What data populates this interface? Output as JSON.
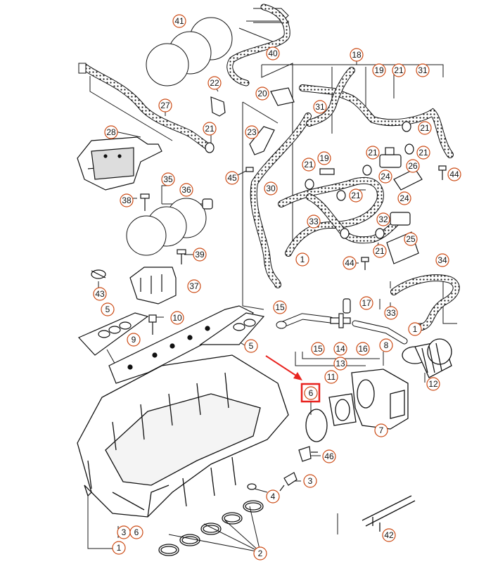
{
  "diagram": {
    "accent_color": "#cc4a14",
    "highlight_color": "#e8231f",
    "line_color": "#1a1a1a",
    "callouts": {
      "c1a": "1",
      "c1b": "1",
      "c1c": "1",
      "c2": "2",
      "c3a": "3",
      "c3b": "3",
      "c4": "4",
      "c5a": "5",
      "c5b": "5",
      "c6a": "6",
      "c6b": "6",
      "c7": "7",
      "c8": "8",
      "c9": "9",
      "c10": "10",
      "c11": "11",
      "c12": "12",
      "c13": "13",
      "c14": "14",
      "c15a": "15",
      "c15b": "15",
      "c16": "16",
      "c17": "17",
      "c18": "18",
      "c19a": "19",
      "c19b": "19",
      "c20": "20",
      "c21a": "21",
      "c21b": "21",
      "c21c": "21",
      "c21d": "21",
      "c21e": "21",
      "c21f": "21",
      "c21g": "21",
      "c21h": "21",
      "c22": "22",
      "c23": "23",
      "c24a": "24",
      "c24b": "24",
      "c25": "25",
      "c26": "26",
      "c27": "27",
      "c28": "28",
      "c30": "30",
      "c31a": "31",
      "c31b": "31",
      "c32": "32",
      "c33a": "33",
      "c33b": "33",
      "c34": "34",
      "c35": "35",
      "c36": "36",
      "c37": "37",
      "c38": "38",
      "c39": "39",
      "c40": "40",
      "c41": "41",
      "c42": "42",
      "c43": "43",
      "c44a": "44",
      "c44b": "44",
      "c45": "45",
      "c46": "46"
    }
  }
}
